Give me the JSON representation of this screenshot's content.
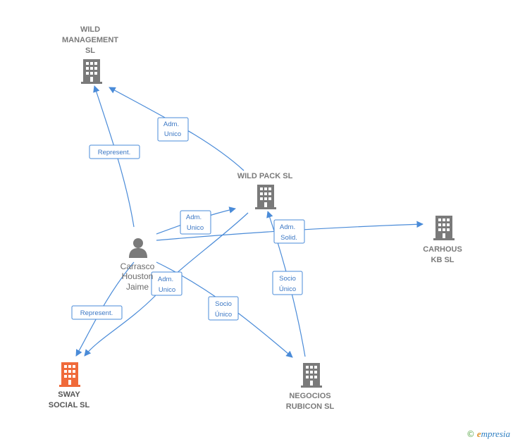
{
  "nodes": {
    "wild_management": {
      "lines": [
        "WILD",
        "MANAGEMENT",
        "SL"
      ],
      "color": "#7a7a7a"
    },
    "wild_pack": {
      "lines": [
        "WILD PACK  SL"
      ],
      "color": "#7a7a7a"
    },
    "carhous": {
      "lines": [
        "CARHOUS",
        "KB  SL"
      ],
      "color": "#7a7a7a"
    },
    "sway_social": {
      "lines": [
        "SWAY",
        "SOCIAL  SL"
      ],
      "color": "#f06a3a"
    },
    "negocios_rubicon": {
      "lines": [
        "NEGOCIOS",
        "RUBICON  SL"
      ],
      "color": "#7a7a7a"
    },
    "person": {
      "lines": [
        "Carrasco",
        "Houston",
        "Jaime"
      ],
      "color": "#7a7a7a"
    }
  },
  "edges": [
    {
      "id": "represent-wild-management",
      "lines": [
        "Represent."
      ]
    },
    {
      "id": "adm-unico-wild-management",
      "lines": [
        "Adm.",
        "Unico"
      ]
    },
    {
      "id": "adm-unico-wild-pack",
      "lines": [
        "Adm.",
        "Unico"
      ]
    },
    {
      "id": "adm-solid-carhous",
      "lines": [
        "Adm.",
        "Solid."
      ]
    },
    {
      "id": "socio-unico-wild-pack",
      "lines": [
        "Socio",
        "Único"
      ]
    },
    {
      "id": "adm-unico-sway",
      "lines": [
        "Adm.",
        "Unico"
      ]
    },
    {
      "id": "represent-sway",
      "lines": [
        "Represent."
      ]
    },
    {
      "id": "socio-unico-negocios",
      "lines": [
        "Socio",
        "Único"
      ]
    }
  ],
  "footer": {
    "copyright": "©",
    "brand_e": "e",
    "brand_rest": "mpresia"
  },
  "colors": {
    "edge": "#4a8bd8",
    "building": "#7a7a7a",
    "highlight": "#f06a3a"
  }
}
